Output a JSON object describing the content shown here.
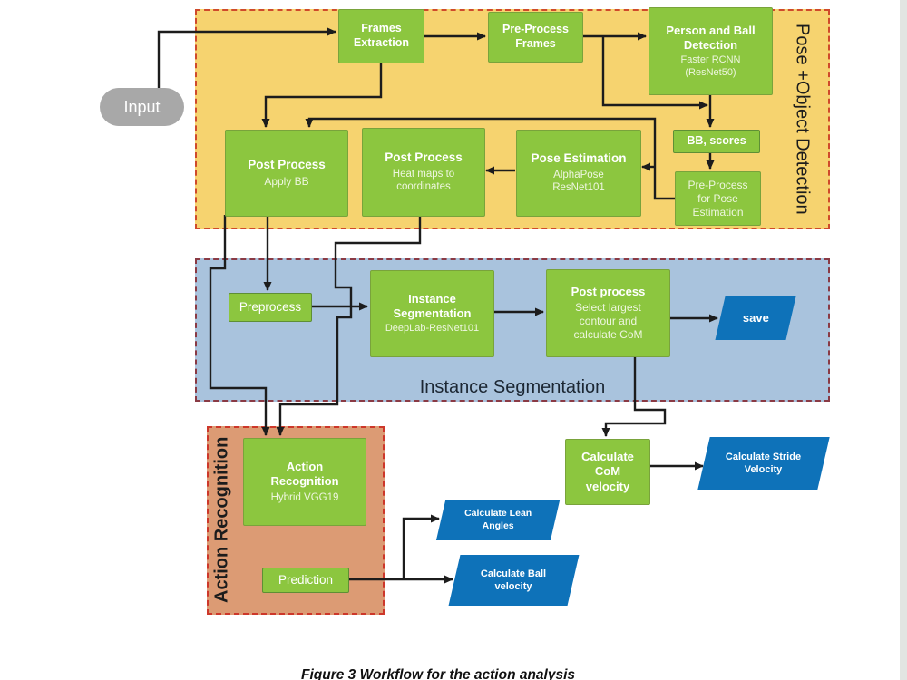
{
  "colors": {
    "region-yellow": "#F6D36F",
    "region-blue": "#A9C3DD",
    "region-orange": "#DC9B74",
    "border-red": "#CF4A2B",
    "border-maroon": "#8A3A44",
    "border-red2": "#CD372A",
    "box-green": "#8CC63F",
    "box-green-border": "#79A33B",
    "box-green-border2": "#5E8F35",
    "para-blue": "#0E72B9",
    "input-gray": "#A8A8A8",
    "arrow-black": "#1C1C1C"
  },
  "input": {
    "label": "Input"
  },
  "regions": {
    "pose_object_detection": {
      "label": "Pose +Object Detection"
    },
    "instance_segmentation": {
      "label": "Instance Segmentation"
    },
    "action_recognition": {
      "label": "Action Recognition"
    }
  },
  "nodes": {
    "frames_extraction": {
      "title": "Frames\nExtraction"
    },
    "preprocess_frames": {
      "title": "Pre-Process\nFrames"
    },
    "person_ball_detection": {
      "title": "Person and Ball\nDetection",
      "subtitle": "Faster RCNN\n(ResNet50)"
    },
    "bb_scores": {
      "title": "BB, scores"
    },
    "preprocess_for_pose": {
      "title": "Pre-Process\nfor Pose\nEstimation"
    },
    "pose_estimation": {
      "title": "Pose Estimation",
      "subtitle": "AlphaPose\nResNet101"
    },
    "post_process_heatmaps": {
      "title": "Post Process",
      "subtitle": "Heat maps to\ncoordinates"
    },
    "post_process_apply_bb": {
      "title": "Post Process",
      "subtitle": "Apply BB"
    },
    "preprocess": {
      "title": "Preprocess"
    },
    "instance_segmentation": {
      "title": "Instance\nSegmentation",
      "subtitle": "DeepLab-ResNet101"
    },
    "post_process_contour": {
      "title": "Post process",
      "subtitle": "Select largest\ncontour and\ncalculate CoM"
    },
    "save": {
      "title": "save"
    },
    "action_recognition": {
      "title": "Action\nRecognition",
      "subtitle": "Hybrid VGG19"
    },
    "prediction": {
      "title": "Prediction"
    },
    "calc_com_velocity": {
      "title": "Calculate\nCoM\nvelocity"
    },
    "calc_stride_velocity": {
      "title": "Calculate Stride\nVelocity"
    },
    "calc_lean_angles": {
      "title": "Calculate Lean\nAngles"
    },
    "calc_ball_velocity": {
      "title": "Calculate Ball\nvelocity"
    }
  },
  "caption": "Figure 3 Workflow for the action analysis"
}
